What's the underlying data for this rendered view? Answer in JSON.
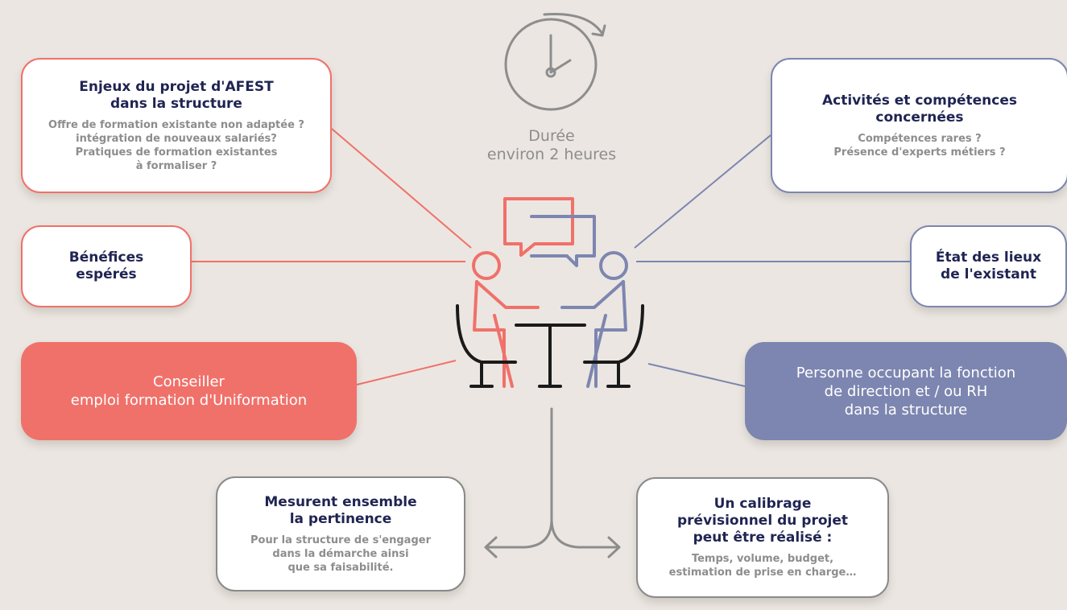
{
  "duration": {
    "label": "Durée\nenviron 2 heures",
    "icon": "clock-icon"
  },
  "central_icon": "two-people-conversation-icon",
  "nodes": {
    "enjeux": {
      "title": "Enjeux du projet d'AFEST\ndans la structure",
      "text": "Offre de formation existante non adaptée ?\nintégration de nouveaux salariés?\nPratiques de formation existantes\nà formaliser ?"
    },
    "benefices": {
      "title": "Bénéfices\nespérés"
    },
    "conseiller": {
      "title": "Conseiller\nemploi formation d'Uniformation"
    },
    "activites": {
      "title": "Activités et compétences\nconcernées",
      "text": "Compétences rares ?\nPrésence d'experts métiers ?"
    },
    "etat": {
      "title": "État des lieux\nde l'existant"
    },
    "personne": {
      "title": "Personne occupant la fonction\nde direction et / ou RH\ndans la structure"
    },
    "mesurent": {
      "title": "Mesurent ensemble\nla pertinence",
      "text": "Pour la structure de s'engager\ndans la démarche ainsi\nque sa faisabilité."
    },
    "calibrage": {
      "title": "Un calibrage\nprévisionnel du projet\npeut être réalisé :",
      "text": "Temps, volume, budget,\nestimation de prise en charge…"
    }
  },
  "colors": {
    "background": "#ebe6e1",
    "coral": "#f0716a",
    "slate_blue": "#7d86b0",
    "navy_text": "#1f2452",
    "gray": "#8d8d8d",
    "black": "#1a1a1a"
  }
}
